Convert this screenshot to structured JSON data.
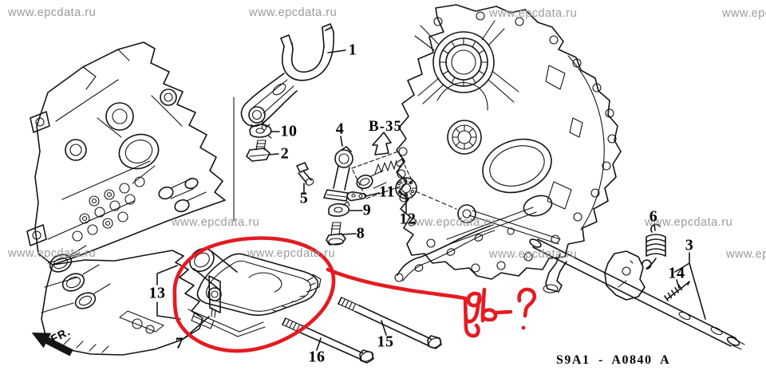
{
  "diagram": {
    "watermark": "www.epcdata.ru",
    "code": "S9A1 - A0840 A",
    "direction_label": "FR.",
    "detail_ref": "B-35",
    "handwritten_note": "96-?",
    "annotation_color": "#e41b22"
  },
  "part_labels": {
    "n1": "1",
    "n2": "2",
    "n3": "3",
    "n4": "4",
    "n5": "5",
    "n6": "6",
    "n7": "7",
    "n8": "8",
    "n9": "9",
    "n10": "10",
    "n11": "11",
    "n12": "12",
    "n13": "13",
    "n14": "14",
    "n15": "15",
    "n16": "16"
  }
}
